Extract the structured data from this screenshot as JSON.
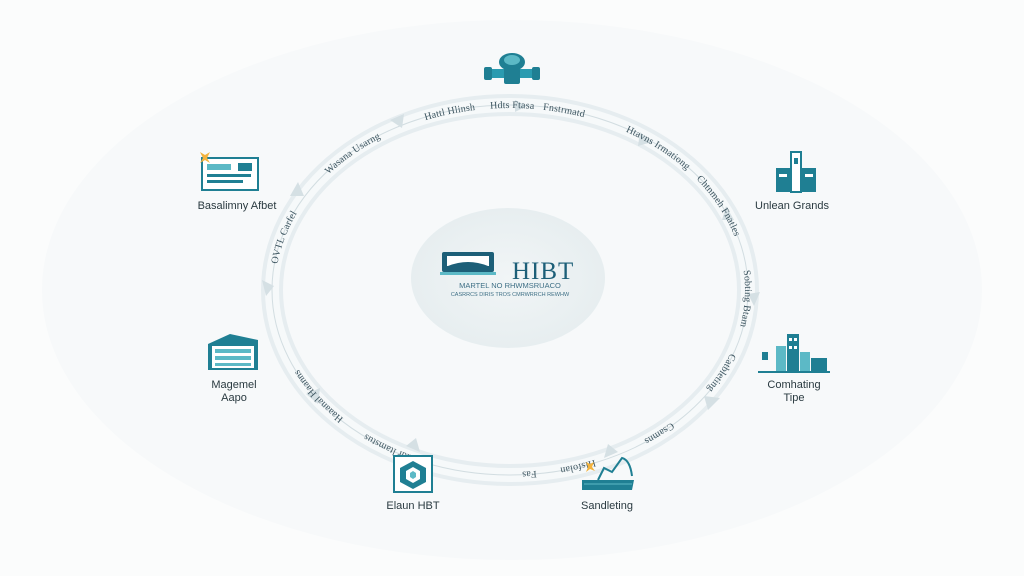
{
  "colors": {
    "teal": "#1f7f93",
    "teal_light": "#5cb9c6",
    "accent": "#f3b33d",
    "ring": "#dfe7ea",
    "hub": "#eef3f4"
  },
  "center": {
    "title": "HIBT",
    "subtitle_1": "MARTEL NO RHWMSRUACO",
    "subtitle_2": "CASRRCS DIRIS TROS CMRWRRCH REWHW",
    "icon": "building-book-icon"
  },
  "ring_labels": [
    "OVTL Carfel",
    "Wasana Usarng",
    "Hattl Hlinsh",
    "Hdts Ftasa",
    "Fnstrmatd",
    "Htavns Irmationg",
    "Chtnmeh Fnatles",
    "Sobting Btam",
    "Catbleting",
    "Csamns",
    "Hlsfolan",
    "Fas",
    "Frormdr ltamstus",
    "Haaanal Haanns"
  ],
  "nodes": {
    "top": {
      "icon": "gear-pipe-icon"
    },
    "upper_left": {
      "label": "Basalimny Afbet",
      "icon": "dashboard-panel-icon"
    },
    "upper_right": {
      "label": "Unlean Grands",
      "icon": "storage-tower-icon"
    },
    "lower_left": {
      "label_1": "Magemel",
      "label_2": "Aapo",
      "icon": "office-building-icon"
    },
    "lower_right": {
      "label_1": "Comhating",
      "label_2": "Tipe",
      "icon": "city-factory-icon"
    },
    "bottom_left": {
      "label": "Elaun HBT",
      "icon": "hexagon-shield-icon"
    },
    "bottom_right": {
      "label": "Sandleting",
      "icon": "transaction-chart-icon"
    }
  }
}
